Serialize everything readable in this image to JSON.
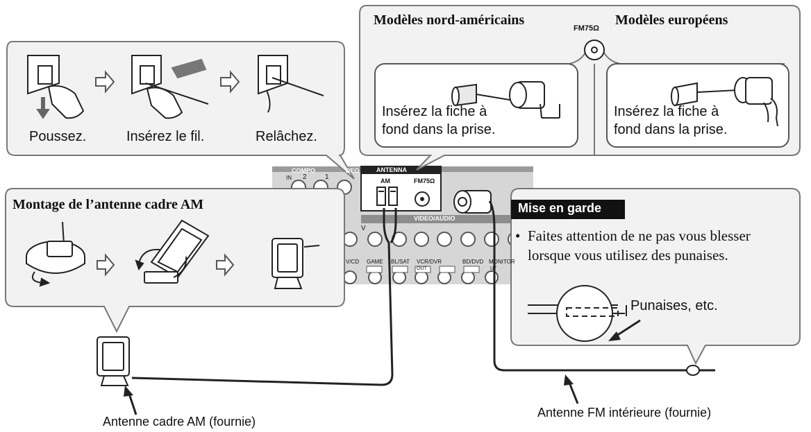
{
  "top_left_panel": {
    "step1": "Poussez.",
    "step2": "Insérez le fil.",
    "step3": "Relâchez."
  },
  "top_right_panel": {
    "na_title": "Modèles nord-américains",
    "eu_title": "Modèles européens",
    "fm_label": "FM75Ω",
    "na_line1": "Insérez la fiche à",
    "na_line2": "fond dans la prise.",
    "eu_line1": "Insérez la fiche à",
    "eu_line2": "fond dans la prise."
  },
  "am_panel": {
    "title": "Montage de l’antenne cadre AM"
  },
  "receiver": {
    "antenna_label": "ANTENNA",
    "am_label": "AM",
    "fm_label": "FM75Ω",
    "video_audio_label": "VIDEO/AUDIO",
    "compo_label": "COMPO",
    "deo_label": "DEO",
    "in_label": "IN",
    "num2": "2",
    "num1": "1",
    "v_label": "V",
    "cd_label": "V/CD",
    "game_label": "GAME",
    "sat_label": "BL/SAT",
    "vcr_label": "VCR/DVR",
    "bd_label": "BD/DVD",
    "monitor_label": "MONITOR",
    "out_label": "OUT",
    "ut_label": "UT"
  },
  "caution_panel": {
    "badge": "Mise en garde",
    "bullet": "•",
    "line1": "Faites attention de ne pas vous blesser",
    "line2": "lorsque vous utilisez des punaises.",
    "tacks_label": "Punaises, etc."
  },
  "captions": {
    "am_antenna": "Antenne cadre AM (fournie)",
    "fm_antenna": "Antenne FM intérieure (fournie)"
  }
}
